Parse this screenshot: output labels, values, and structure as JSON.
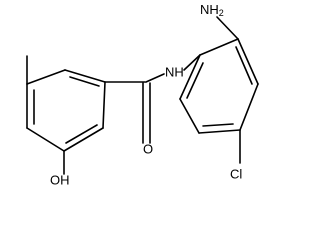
{
  "molecule": {
    "atoms": {
      "amine": {
        "label": "NH",
        "subscript": "2"
      },
      "amide_nh": {
        "label": "NH"
      },
      "carbonyl_o": {
        "label": "O"
      },
      "chloro": {
        "label": "Cl"
      },
      "hydroxyl": {
        "label": "OH"
      }
    }
  }
}
